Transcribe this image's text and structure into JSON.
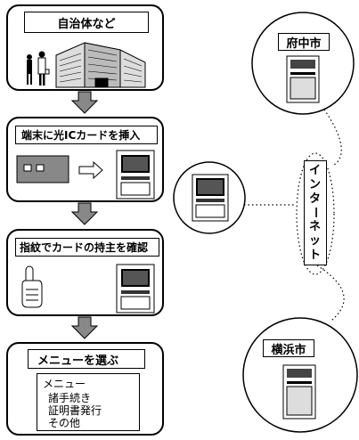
{
  "steps": {
    "step1": {
      "title": "自治体など"
    },
    "step2": {
      "title": "端末に光ICカードを挿入"
    },
    "step3": {
      "title": "指紋でカードの持主を確認"
    },
    "step4": {
      "title": "メニューを選ぶ",
      "menu_header": "メニュー",
      "items": [
        "諸手続き",
        "証明書発行",
        "その他"
      ]
    }
  },
  "network": {
    "city_top": "府中市",
    "city_bottom": "横浜市",
    "internet_label": [
      "イ",
      "ン",
      "タ",
      "ー",
      "ネ",
      "ッ",
      "ト"
    ]
  }
}
